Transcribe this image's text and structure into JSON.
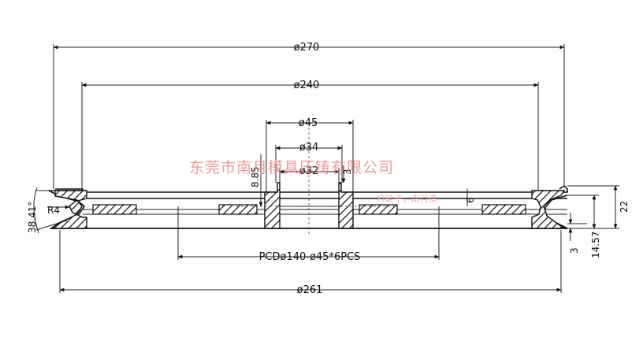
{
  "dimensions": {
    "d270": "ø270",
    "d240": "ø240",
    "d45": "ø45",
    "d34": "ø34",
    "d32": "ø32",
    "d261": "ø261",
    "pcd": "PCDø140-ø45*6PCS",
    "h885": "8.85",
    "h3a": "3",
    "h6": "6",
    "angle": "38.41°",
    "radius": "R4",
    "h22": "22",
    "h1457": "14.57",
    "h3b": "3"
  },
  "watermark": {
    "company": "东莞市南月模具压铸有限公司",
    "small": "打轮子，南月造"
  }
}
